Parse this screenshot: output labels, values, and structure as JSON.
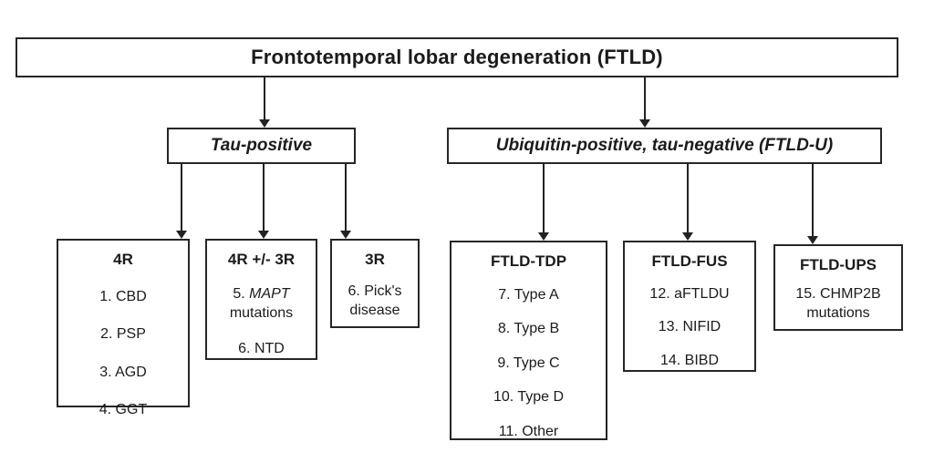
{
  "colors": {
    "background": "#ffffff",
    "border": "#262626",
    "text": "#1b1b1b",
    "arrow": "#222222"
  },
  "diagram": {
    "title": "Frontotemporal lobar degeneration (FTLD)",
    "level2": {
      "tau": "Tau-positive",
      "ubiquitin": "Ubiquitin-positive, tau-negative (FTLD-U)"
    },
    "groups": {
      "r4": {
        "header": "4R",
        "items": [
          "1. CBD",
          "2. PSP",
          "3. AGD",
          "4. GGT"
        ]
      },
      "r4r3": {
        "header": "4R +/- 3R",
        "item1_num": "5.",
        "item1_gene": "MAPT",
        "item1_rest": "mutations",
        "item2": "6. NTD"
      },
      "r3": {
        "header": "3R",
        "item": "6. Pick's disease"
      },
      "tdp": {
        "header": "FTLD-TDP",
        "items": [
          "7. Type A",
          "8. Type B",
          "9. Type C",
          "10. Type D",
          "11. Other"
        ]
      },
      "fus": {
        "header": "FTLD-FUS",
        "items": [
          "12. aFTLDU",
          "13. NIFID",
          "14. BIBD"
        ]
      },
      "ups": {
        "header": "FTLD-UPS",
        "item": "15. CHMP2B mutations"
      }
    }
  }
}
